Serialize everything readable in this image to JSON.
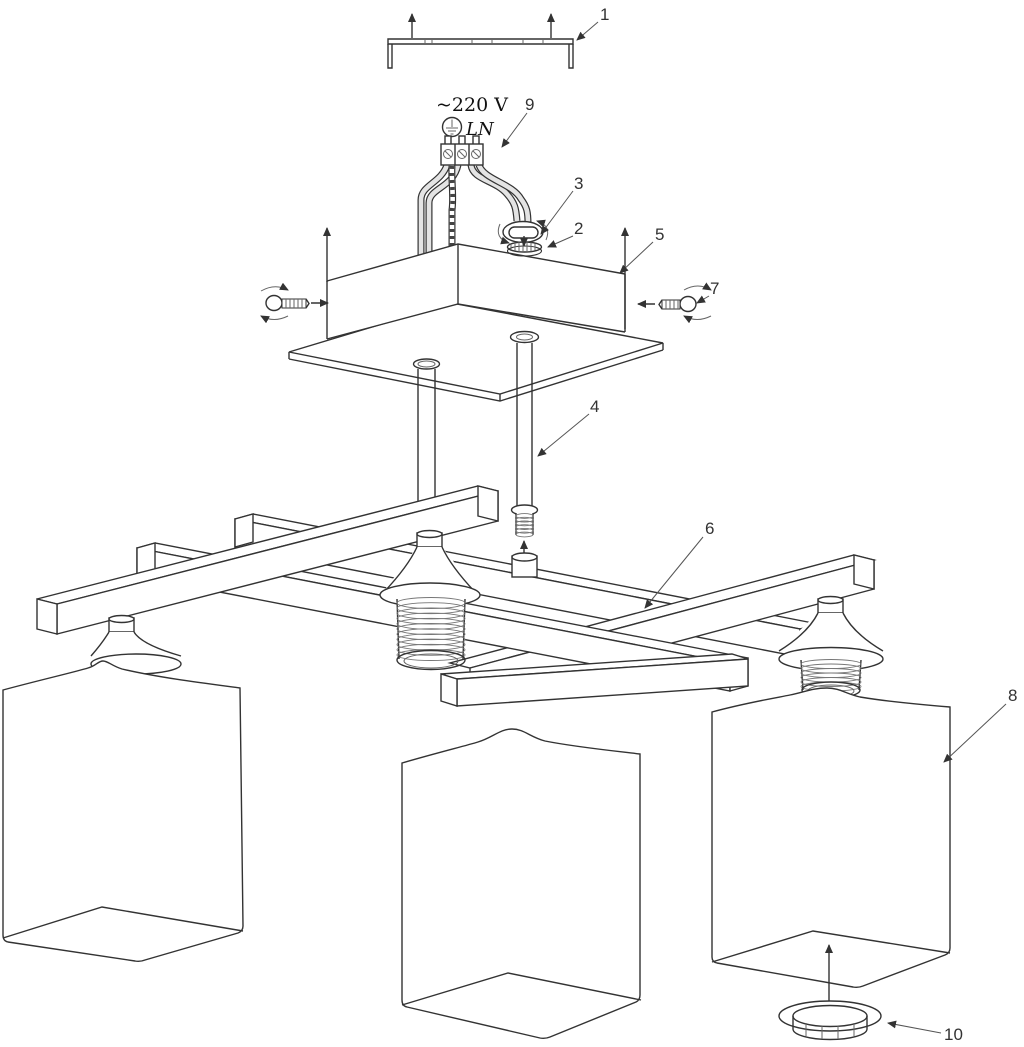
{
  "voltage": "~220 V",
  "wires": {
    "live": "L",
    "neutral": "N"
  },
  "parts": {
    "bracket": "1",
    "washer": "2",
    "clamp_nut": "3",
    "rod": "4",
    "canopy": "5",
    "frame": "6",
    "screw": "7",
    "shade": "8",
    "terminal_block": "9",
    "ring": "10"
  }
}
